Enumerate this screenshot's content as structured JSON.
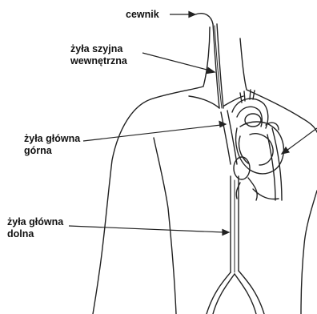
{
  "labels": {
    "catheter": "cewnik",
    "jugular_line1": "żyła szyjna",
    "jugular_line2": "wewnętrzna",
    "svc_line1": "żyła główna",
    "svc_line2": "górna",
    "ivc_line1": "żyła główna",
    "ivc_line2": "dolna"
  },
  "colors": {
    "ink": "#1a1a1a",
    "background": "#ffffff"
  }
}
